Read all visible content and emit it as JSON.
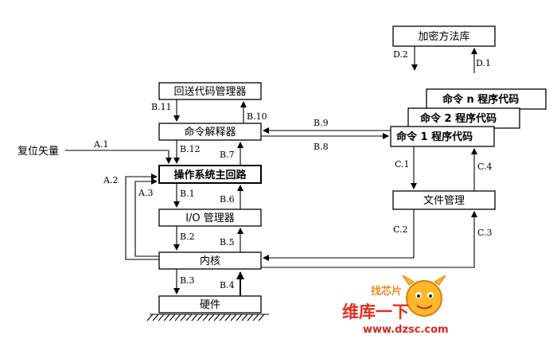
{
  "nodes": {
    "crypto_lib": "加密方法库",
    "return_code_mgr": "回送代码管理器",
    "cmd_interpreter": "命令解释器",
    "os_main_loop": "操作系统主回路",
    "io_mgr": "I/O 管理器",
    "kernel": "内核",
    "hardware": "硬件",
    "cmd_prog_n": "命令 n 程序代码",
    "cmd_prog_2": "命令 2 程序代码",
    "cmd_prog_1": "命令 1 程序代码",
    "file_mgr": "文件管理",
    "reset_vector": "复位矢量"
  },
  "edges": {
    "a1": "A.1",
    "a2": "A.2",
    "a3": "A.3",
    "b1": "B.1",
    "b2": "B.2",
    "b3": "B.3",
    "b4": "B.4",
    "b5": "B.5",
    "b6": "B.6",
    "b7": "B.7",
    "b8": "B.8",
    "b9": "B.9",
    "b10": "B.10",
    "b11": "B.11",
    "b12": "B.12",
    "c1": "C.1",
    "c2": "C.2",
    "c3": "C.3",
    "c4": "C.4",
    "d1": "D.1",
    "d2": "D.2"
  },
  "watermark": {
    "site_name": "维库一下",
    "url": "www.dzsc.com",
    "logo_text": "找芯片"
  }
}
